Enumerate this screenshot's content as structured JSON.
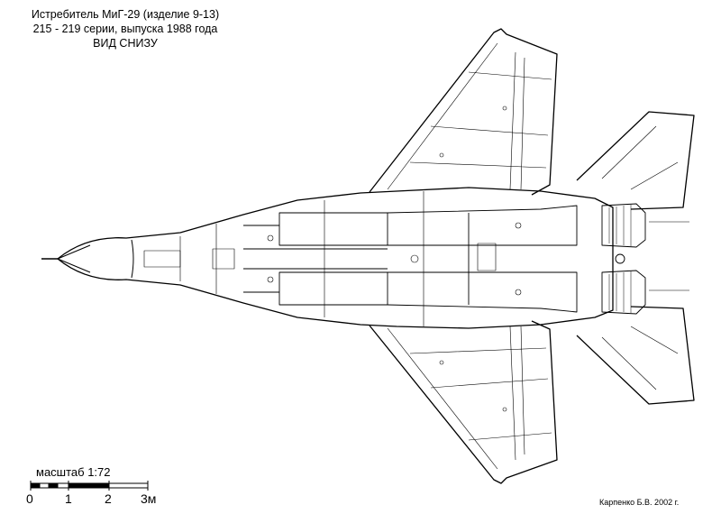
{
  "title": {
    "line1": "Истребитель МиГ-29 (изделие 9-13)",
    "line2": "215 - 219 серии, выпуска 1988 года",
    "line3": "ВИД СНИЗУ"
  },
  "scale": {
    "label": "масштаб 1:72",
    "ticks": [
      "0",
      "1",
      "2",
      "3м"
    ]
  },
  "credit": "Карпенко Б.В.  2002 г."
}
